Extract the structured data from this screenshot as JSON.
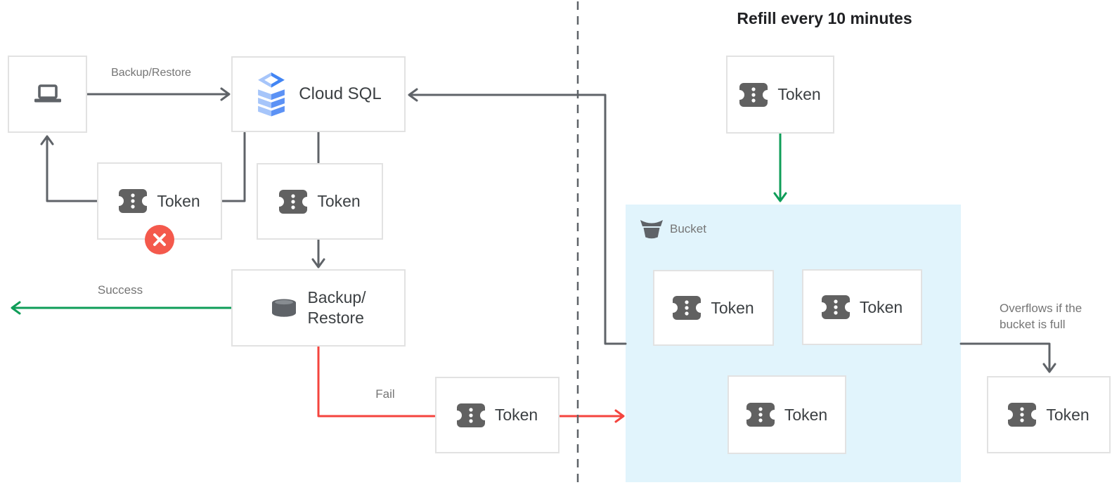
{
  "title": "Refill every 10 minutes",
  "labels": {
    "token": "Token",
    "cloud_sql": "Cloud SQL",
    "backup_restore_line1": "Backup/",
    "backup_restore_line2": "Restore",
    "bucket": "Bucket"
  },
  "edge_labels": {
    "backup_restore": "Backup/Restore",
    "success": "Success",
    "fail": "Fail",
    "overflow_line1": "Overflows if the",
    "overflow_line2": "bucket is full"
  },
  "icons": {
    "client": "laptop-icon",
    "cloud_sql": "cloud-sql-icon",
    "backup_restore": "database-icon",
    "token": "token-icon",
    "bucket": "bucket-icon",
    "rejected": "error-x-icon"
  },
  "colors": {
    "success_green": "#0F9D58",
    "fail_red": "#F4443E",
    "error_badge_red": "#F4594C",
    "bucket_blue": "#E1F4FC",
    "line_gray": "#5F6368",
    "label_gray": "#757575",
    "box_border_gray": "#E2E2E2",
    "icon_gray": "#616161",
    "cloud_sql_blue": "#4285F4"
  }
}
